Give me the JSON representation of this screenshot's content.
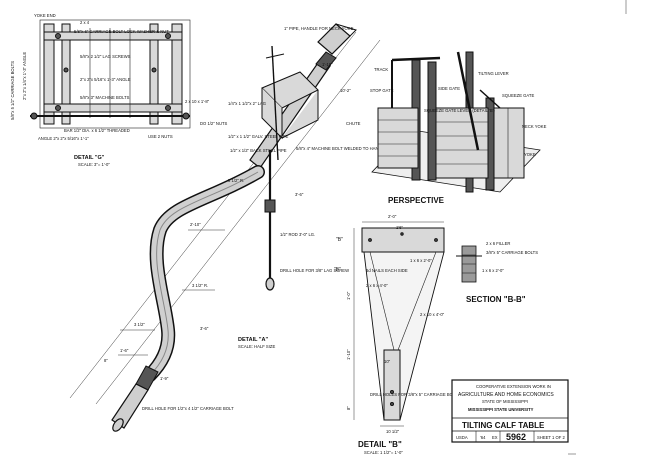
{
  "detail_g": {
    "yoke_end": "YOKE END",
    "bolt_lock": "5/8\"x 6\" CARRIAGE BOLT LOCK WASHER & NUT",
    "two_x_four": "2 x 4",
    "lag_screws": "5/8\"x 2 1/2\" LAG SCREWS",
    "angle_a": "2\"x 2\"x 5/16\"x 1'-3\" ANGLE",
    "angle_b": "2\"x 2\"x 1/4\"x 1'-3\" ANGLE",
    "machine_bolts": "5/8\"x 3\" MACHINE BOLTS",
    "carriage_bolts_side": "5/8\"x 5 1/2\" CARRIAGE BOLTS",
    "two_x_ten": "2 x 10 x 1'-8\"",
    "bar": "BAR 1/2\" DIA. x 6 1/2\" THREADED",
    "angle_c": "ANGLE 2\"x 2\"x 5/16\"x 1'-1\"",
    "use_nuts": "USE 2 NUTS",
    "title": "DETAIL \"G\"",
    "scale": "SCALE: 3\"= 1'-0\""
  },
  "main_frame": {
    "pipe_handle": "1\" PIPE, HANDLE FOR NECK YOKE",
    "gusset": "1/4\"x 1 1/2\"x 2\" LAG",
    "nuts": "DO 1/2\" NUTS",
    "steel_pipe": "1/2\" x 1 1/2\" GALV. STEEL PIPE",
    "back_steel": "1/2\" x 1/2\" BACK STEEL PIPE",
    "machine_bolt": "5/8\"x 4\" MACHINE BOLT WELDED TO HANDLE",
    "rod": "1/2\" ROD 3'-0\" LG.",
    "drill_hole": "DRILL HOLE FOR 3/8\" LAG SCREW",
    "drill_hole_bolt": "DRILL HOLE FOR 1/2\"x 4 1/2\" CARRIAGE BOLT",
    "dim_top": "1'-10\"",
    "dim_mid": "3'-6\"",
    "dim_long": "10'-2\"",
    "dim_r1": "5 1/2\" R.",
    "dim_r2": "3 1/2\" R.",
    "dim_r3": "3 1/2\"",
    "dim_a": "2'-10\"",
    "dim_b": "3'-6\"",
    "dim_c": "1'-6\"",
    "dim_d": "8\"",
    "dim_e": "1'-9\""
  },
  "detail_a": {
    "title": "DETAIL \"A\"",
    "scale": "SCALE: HALF SIZE"
  },
  "perspective": {
    "title": "PERSPECTIVE",
    "track": "TRACK",
    "stop_gate": "STOP GATE",
    "side_gate": "SIDE GATE",
    "tilting_lever": "TILTING LEVER",
    "squeeze_gate": "SQUEEZE GATE",
    "squeeze_lever": "SQUEEZE GATE LEVER (DETAIL 'B')",
    "chute": "CHUTE",
    "neck_yoke": "NECK YOKE",
    "yoke": "YOKE"
  },
  "detail_b": {
    "title": "DETAIL \"B\"",
    "scale": "SCALE: 1 1/2\"= 1'-0\"",
    "marker_top": "\"B\"",
    "marker_mid": "\"B\"",
    "w_top": "2'-0\"",
    "w_inner": "1'6\"",
    "nails": "6d NAILS EACH SIDE",
    "board1": "1 x 6 x 2'-0\"",
    "board2": "2 x 6 x 4'-0\"",
    "board3": "2 x 10 x 4'-0\"",
    "drill": "DRILL HOLES FOR 3/8\"x 5\" CARRIAGE BOLTS",
    "dim_a": "10\"",
    "dim_b": "1'-0\"",
    "dim_c": "1'-10\"",
    "dim_d": "8\"",
    "dim_e": "10 1/2\""
  },
  "section_bb": {
    "title": "SECTION \"B-B\"",
    "filler": "2 x 6 FILLER",
    "bolts": "3/8\"x 5\" CARRIAGE BOLTS",
    "board": "1 x 6 x 2'-0\""
  },
  "title_block": {
    "line1": "COOPERATIVE EXTENSION WORK IN",
    "line2": "AGRICULTURE AND HOME ECONOMICS",
    "line3": "STATE OF MISSISSIPPI",
    "line4": "MISSISSIPPI STATE UNIVERSITY",
    "drawing_title": "TILTING CALF TABLE",
    "agency": "USDA",
    "ref1": "'64",
    "ref2": "EX",
    "number": "5962",
    "sheet": "SHEET 1 OF 2"
  }
}
